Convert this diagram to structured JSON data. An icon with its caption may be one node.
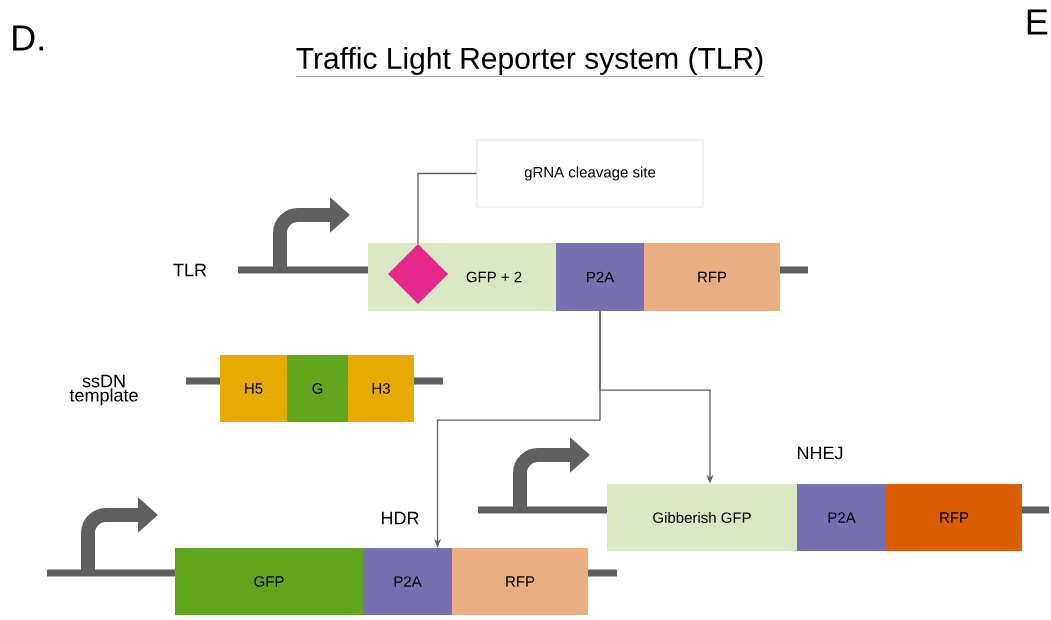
{
  "diagram": {
    "title": "Traffic Light Reporter system (TLR)",
    "nodes": [
      {
        "text": [
          "gRNA cleavage site"
        ]
      },
      {
        "text": [
          "GFP + 2"
        ]
      },
      {
        "text": [],
        "shape": "diamond",
        "in": 1
      },
      {
        "text": [
          "P2A"
        ]
      },
      {
        "text": [
          "RFP"
        ]
      },
      {
        "text": [
          "H5"
        ]
      },
      {
        "text": [
          "G"
        ]
      },
      {
        "text": [
          "H3"
        ]
      },
      {
        "text": [
          "Gibberish GFP"
        ]
      },
      {
        "text": [
          "P2A"
        ]
      },
      {
        "text": [
          "RFP"
        ]
      },
      {
        "text": [
          "GFP"
        ]
      },
      {
        "text": [
          "P2A"
        ]
      },
      {
        "text": [
          "RFP"
        ]
      }
    ],
    "edges": [
      {
        "from": 0,
        "to": 2,
        "arrow": "none"
      },
      {
        "from": 3,
        "to": 12,
        "arrow": "to"
      },
      {
        "from": 3,
        "to": 8,
        "arrow": "to"
      }
    ],
    "labels": [
      "D.",
      "E",
      "TLR",
      "ssDN template",
      "NHEJ",
      "HDR"
    ]
  }
}
